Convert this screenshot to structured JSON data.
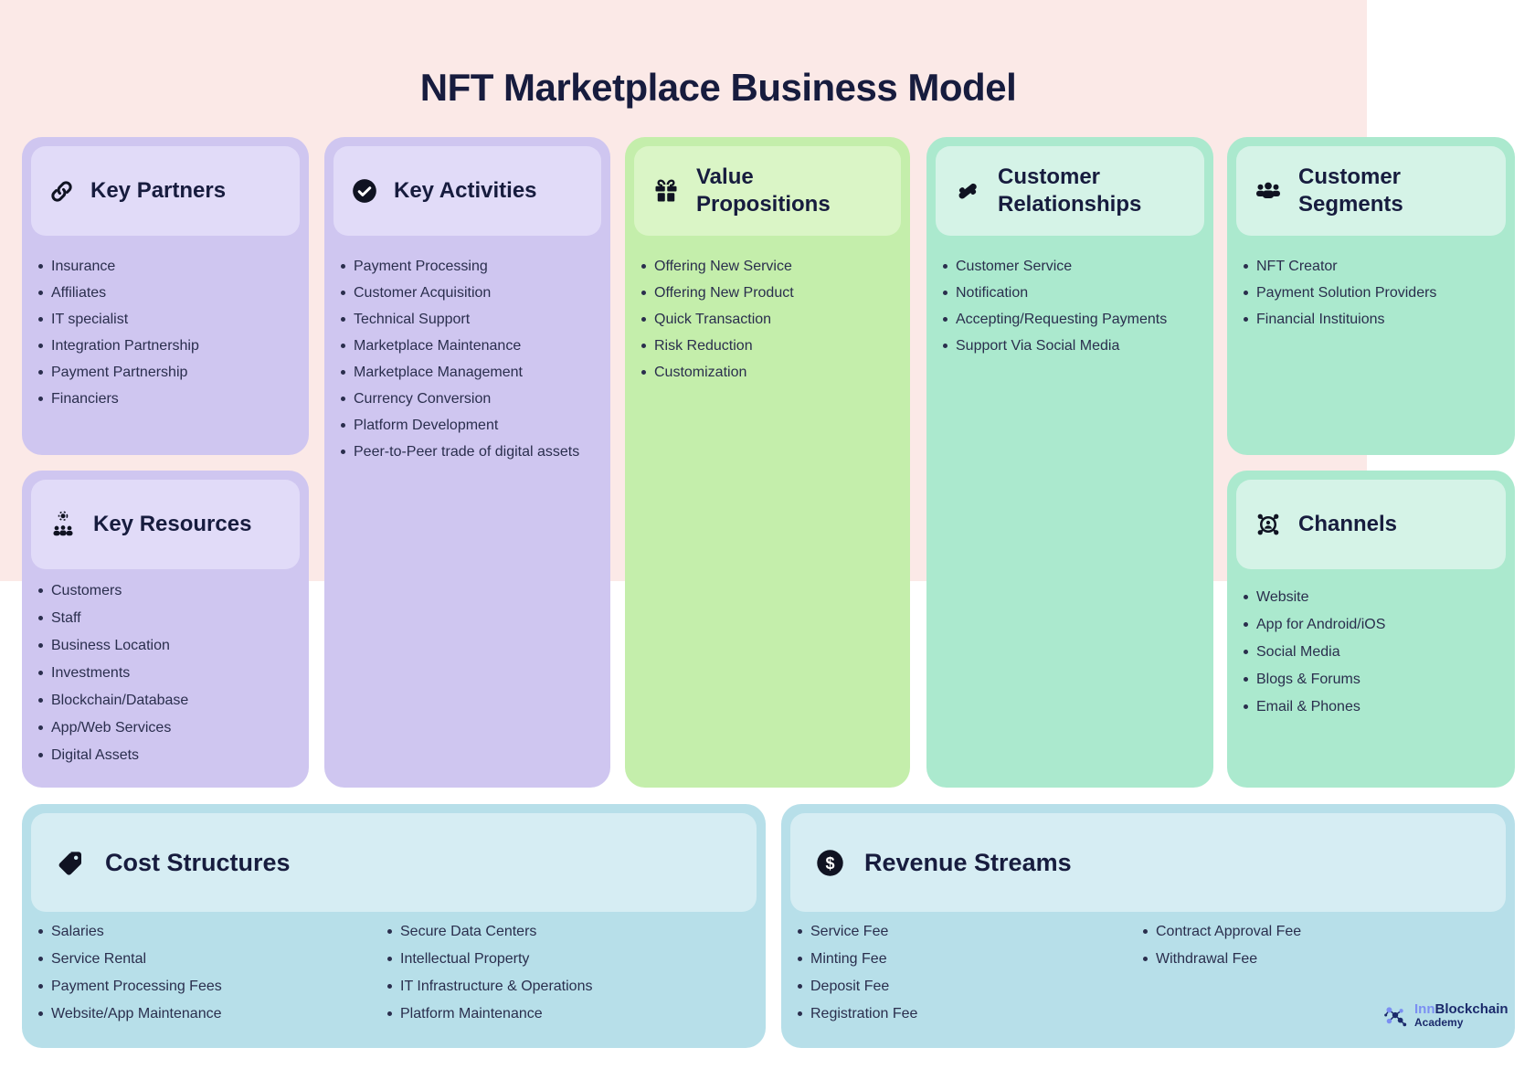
{
  "page": {
    "title": "NFT Marketplace Business Model"
  },
  "colors": {
    "pink_background": "#fbe9e7",
    "purple_card": "#cfc6f0",
    "purple_header": "#e1dbf8",
    "green_card": "#c4eeab",
    "green_header": "#daf5c6",
    "teal_card": "#abe9ce",
    "teal_header": "#d5f3e7",
    "blue_card": "#b7dfe9",
    "blue_header": "#d6edf3",
    "heading_text": "#171c3e",
    "body_text": "#2a2e4d",
    "logo_light_blue": "#7b8ff2",
    "logo_navy": "#1b2a6b"
  },
  "cards": {
    "key_partners": {
      "title": "Key Partners",
      "icon": "link-icon",
      "items": [
        "Insurance",
        "Affiliates",
        "IT specialist",
        "Integration Partnership",
        "Payment Partnership",
        "Financiers"
      ]
    },
    "key_activities": {
      "title": "Key Activities",
      "icon": "check-circle-icon",
      "items": [
        "Payment Processing",
        "Customer Acquisition",
        "Technical Support",
        "Marketplace Maintenance",
        "Marketplace Management",
        "Currency Conversion",
        "Platform Development",
        "Peer-to-Peer trade of digital assets"
      ]
    },
    "value_propositions": {
      "title": "Value Propositions",
      "icon": "gift-icon",
      "items": [
        "Offering New Service",
        "Offering New Product",
        "Quick Transaction",
        "Risk Reduction",
        "Customization"
      ]
    },
    "customer_relationships": {
      "title": "Customer Relationships",
      "icon": "handshake-icon",
      "items": [
        "Customer Service",
        "Notification",
        "Accepting/Requesting Payments",
        "Support Via Social Media"
      ]
    },
    "customer_segments": {
      "title": "Customer Segments",
      "icon": "users-group-icon",
      "items": [
        "NFT Creator",
        "Payment Solution Providers",
        "Financial Instituions"
      ]
    },
    "key_resources": {
      "title": "Key Resources",
      "icon": "team-gear-icon",
      "items": [
        "Customers",
        "Staff",
        "Business Location",
        "Investments",
        "Blockchain/Database",
        "App/Web Services",
        "Digital Assets"
      ]
    },
    "channels": {
      "title": "Channels",
      "icon": "hub-network-icon",
      "items": [
        "Website",
        "App for Android/iOS",
        "Social Media",
        "Blogs & Forums",
        "Email & Phones"
      ]
    },
    "cost_structures": {
      "title": "Cost Structures",
      "icon": "tag-icon",
      "col1": [
        "Salaries",
        "Service Rental",
        "Payment Processing Fees",
        "Website/App Maintenance"
      ],
      "col2": [
        "Secure Data Centers",
        "Intellectual Property",
        "IT Infrastructure & Operations",
        "Platform Maintenance"
      ]
    },
    "revenue_streams": {
      "title": "Revenue Streams",
      "icon": "dollar-circle-icon",
      "col1": [
        "Service Fee",
        "Minting Fee",
        "Deposit Fee",
        "Registration Fee"
      ],
      "col2": [
        "Contract Approval Fee",
        "Withdrawal Fee"
      ]
    }
  },
  "logo": {
    "name_part1": "Inn",
    "name_part2": "Blockchain",
    "subtitle": "Academy",
    "icon": "molecule-network-icon"
  }
}
